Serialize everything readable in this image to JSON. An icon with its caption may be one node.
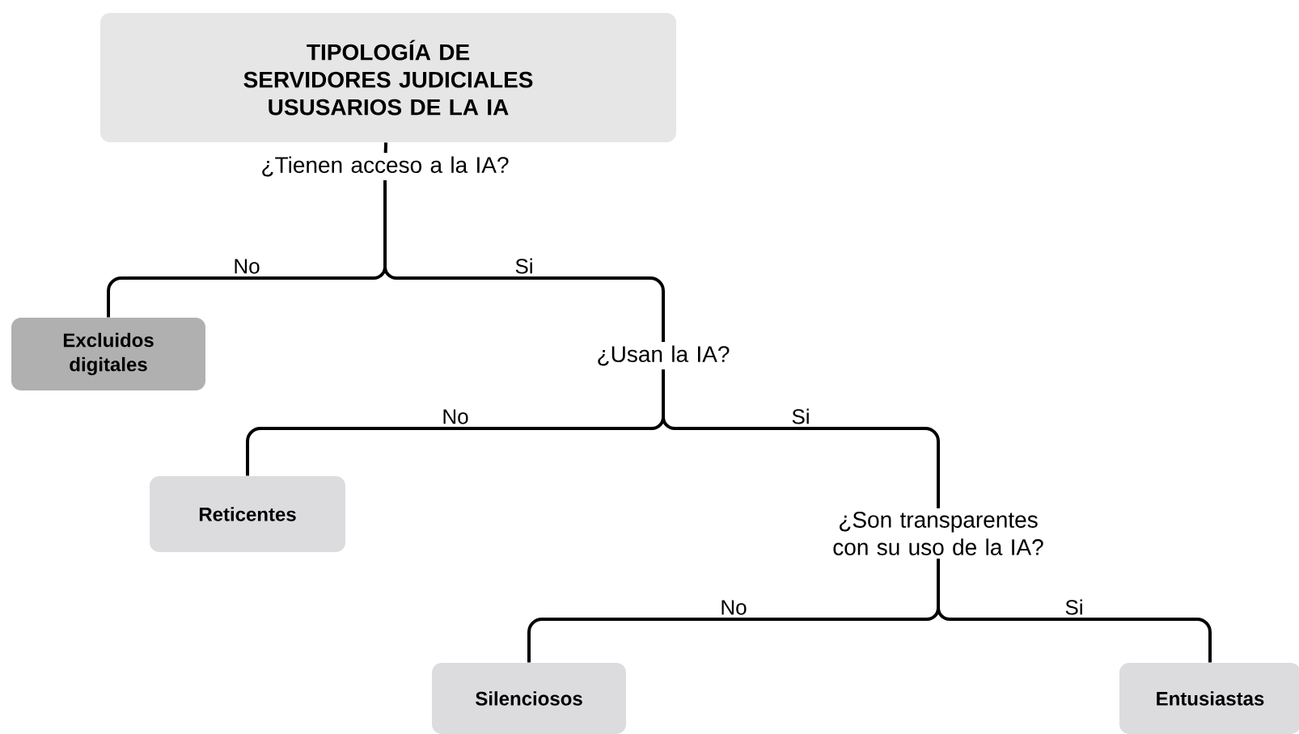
{
  "diagram": {
    "nodes": [
      {
        "text": [
          "TIPOLOGÍA DE SERVIDORES JUDICIALES USUSARIOS DE LA IA"
        ]
      },
      {
        "text": [
          "¿Tienen acceso a la IA?"
        ]
      },
      {
        "text": [
          "Excluidos digitales"
        ]
      },
      {
        "text": [
          "¿Usan la IA?"
        ]
      },
      {
        "text": [
          "Reticentes"
        ]
      },
      {
        "text": [
          "¿Son transparentes con su uso de la IA?"
        ]
      },
      {
        "text": [
          "Silenciosos"
        ]
      },
      {
        "text": [
          "Entusiastas"
        ]
      }
    ],
    "edges": [
      {
        "from": 0,
        "to": 1,
        "arrow": "none"
      },
      {
        "from": 1,
        "to": 2,
        "arrow": "none",
        "label": "No"
      },
      {
        "from": 1,
        "to": 3,
        "arrow": "none",
        "label": "Si"
      },
      {
        "from": 3,
        "to": 4,
        "arrow": "none",
        "label": "No"
      },
      {
        "from": 3,
        "to": 5,
        "arrow": "none",
        "label": "Si"
      },
      {
        "from": 5,
        "to": 6,
        "arrow": "none",
        "label": "No"
      },
      {
        "from": 5,
        "to": 7,
        "arrow": "none",
        "label": "Si"
      }
    ]
  }
}
